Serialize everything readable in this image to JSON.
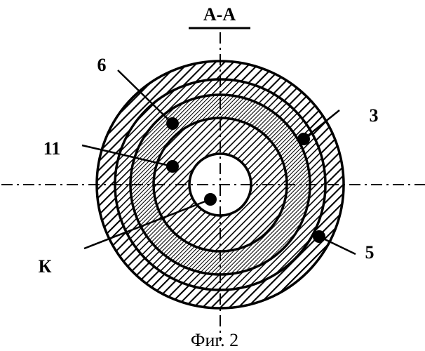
{
  "section_label": "А-А",
  "labels": {
    "part_6": "6",
    "part_3": "3",
    "part_11": "11",
    "part_K": "К",
    "part_5": "5"
  },
  "caption": "Фиг. 2",
  "colors": {
    "ink": "#000000",
    "paper": "#ffffff"
  }
}
